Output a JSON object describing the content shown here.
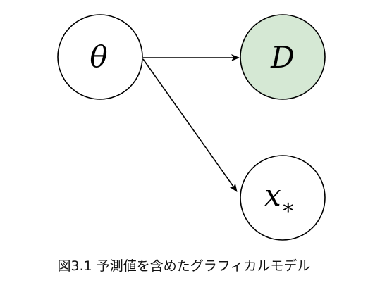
{
  "diagram": {
    "nodes": [
      {
        "id": "theta",
        "label": "θ",
        "observed": false
      },
      {
        "id": "D",
        "label": "D",
        "observed": true
      },
      {
        "id": "x_star",
        "label": "x",
        "subscript": "∗",
        "observed": false
      }
    ],
    "edges": [
      {
        "from": "theta",
        "to": "D"
      },
      {
        "from": "theta",
        "to": "x_star"
      }
    ],
    "colors": {
      "observed_fill": "#d5e8d4",
      "observed_stroke": "#000000",
      "latent_fill": "#ffffff",
      "edge": "#000000"
    }
  },
  "caption": "図3.1 予測値を含めたグラフィカルモデル"
}
